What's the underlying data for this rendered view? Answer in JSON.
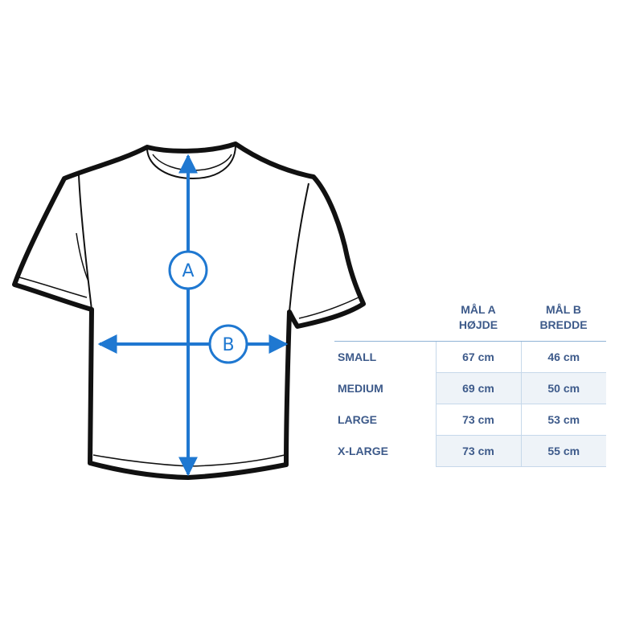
{
  "colors": {
    "outline": "#111111",
    "accent": "#1f78d1",
    "table_text": "#3d5a8a",
    "table_rule": "#8fb3d6",
    "row_shade": "#eef3f8"
  },
  "diagram": {
    "icon": "t-shirt-outline",
    "marker_a": "A",
    "marker_b": "B"
  },
  "table": {
    "col_a": {
      "line1": "MÅL A",
      "line2": "HØJDE"
    },
    "col_b": {
      "line1": "MÅL B",
      "line2": "BREDDE"
    },
    "rows": [
      {
        "size": "SMALL",
        "a": "67 cm",
        "b": "46 cm"
      },
      {
        "size": "MEDIUM",
        "a": "69 cm",
        "b": "50 cm"
      },
      {
        "size": "LARGE",
        "a": "73 cm",
        "b": "53 cm"
      },
      {
        "size": "X-LARGE",
        "a": "73 cm",
        "b": "55 cm"
      }
    ]
  }
}
